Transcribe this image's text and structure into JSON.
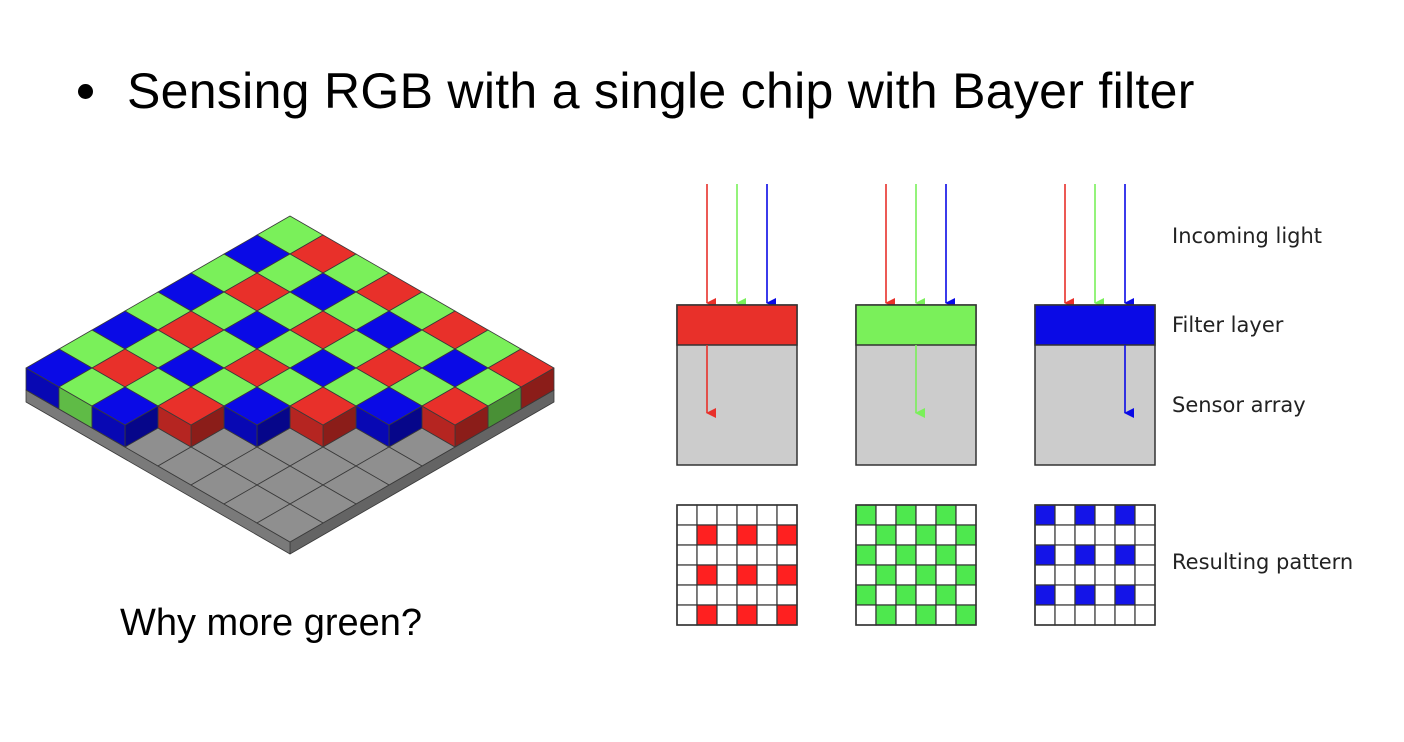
{
  "slide": {
    "bullet_text": "Sensing RGB with a single chip with Bayer filter",
    "caption": "Why more green?"
  },
  "diagram": {
    "labels": {
      "incoming_light": "Incoming light",
      "filter_layer": "Filter layer",
      "sensor_array": "Sensor array",
      "resulting_pattern": "Resulting pattern"
    },
    "colors": {
      "red": "#e8302a",
      "green": "#7af05a",
      "blue": "#0a0ae6",
      "sensor_gray": "#cccccc",
      "mosaic_red": "#ff2020",
      "mosaic_green": "#4ee84e",
      "mosaic_blue": "#1414e8"
    },
    "filters": [
      "red",
      "green",
      "blue"
    ]
  }
}
